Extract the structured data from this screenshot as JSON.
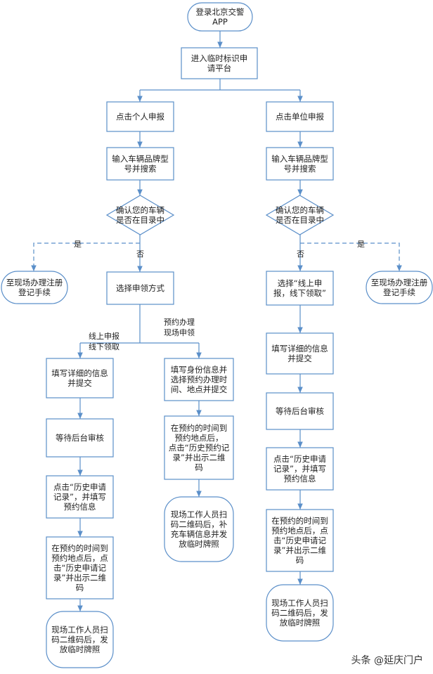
{
  "nodes": {
    "start": [
      "登录北京交警",
      "APP"
    ],
    "platform": [
      "进入临时标识申",
      "请平台"
    ],
    "personal": [
      "点击个人申报"
    ],
    "unit": [
      "点击单位申报"
    ],
    "input_l": [
      "输入车辆品牌型",
      "号并搜索"
    ],
    "input_r": [
      "输入车辆品牌型",
      "号并搜索"
    ],
    "confirm_l": [
      "确认您的车辆",
      "是否在目录中"
    ],
    "confirm_r": [
      "确认您的车辆",
      "是否在目录中"
    ],
    "onsite_l": [
      "至现场办理注册",
      "登记手续"
    ],
    "onsite_r": [
      "至现场办理注册",
      "登记手续"
    ],
    "choose": [
      "选择申领方式"
    ],
    "choose_r": [
      "选择“线上申",
      "报，线下领取”"
    ],
    "fill_l": [
      "填写详细的信息",
      "并提交"
    ],
    "appoint": [
      "填写身份信息并",
      "选择预约办理时",
      "间、地点并提交"
    ],
    "fill_r": [
      "填写详细的信息",
      "并提交"
    ],
    "wait_l": [
      "等待后台审核"
    ],
    "wait_r": [
      "等待后台审核"
    ],
    "click_l": [
      "点击“历史申请",
      "记录”，并填写",
      "预约信息"
    ],
    "click_r": [
      "点击“历史申请",
      "记录”，并填写",
      "预约信息"
    ],
    "arrive_m": [
      "在预约的时间到",
      "预约地点后，",
      "点击“历史预约记",
      "录”并出示二维",
      "码"
    ],
    "arrive_l": [
      "在预约的时间到",
      "预约地点后，点",
      "击“历史申请记",
      "录”并出示二维",
      "码"
    ],
    "arrive_r": [
      "在预约的时间到",
      "预约地点后，点",
      "击“历史申请记",
      "录”并出示二维",
      "码"
    ],
    "final_m": [
      "现场工作人员扫",
      "码二维码后，补",
      "充车辆信息并发",
      "放临时牌照"
    ],
    "final_l": [
      "现场工作人员扫",
      "码二维码后，发",
      "放临时牌照"
    ],
    "final_r": [
      "现场工作人员扫",
      "码二维码后，发",
      "放临时牌照"
    ]
  },
  "labels": {
    "yes_l": "是",
    "no_l": "否",
    "yes_r": "是",
    "no_r": "否",
    "online": [
      "线上申报",
      "线下领取"
    ],
    "reserve": [
      "预约办理",
      "现场申领"
    ]
  },
  "colors": {
    "line": "#5b8fc9",
    "fill": "#ffffff"
  },
  "watermark": "头条 @延庆门户"
}
